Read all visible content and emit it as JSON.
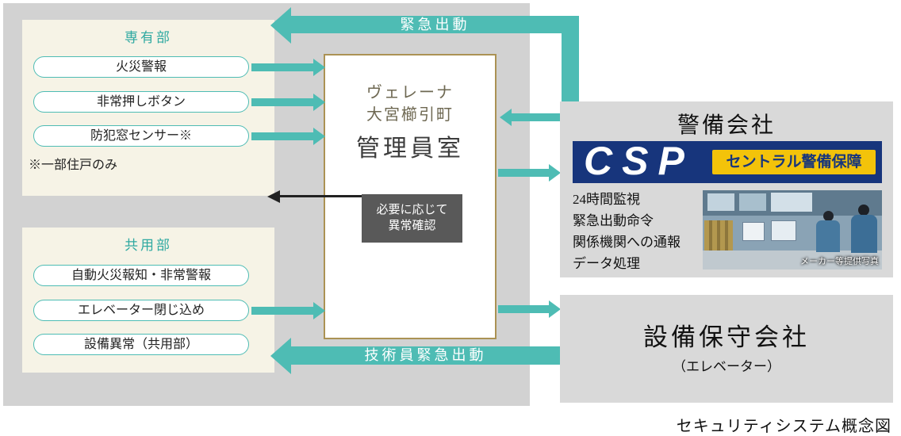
{
  "colors": {
    "teal_accent": "#4ebcb4",
    "panel_gray": "#d2d2d2",
    "cream": "#f6f3e6",
    "box_gray": "#d9d9d9",
    "gold_border": "#ab9254",
    "csp_blue": "#17357c",
    "csp_yellow": "#f3c30a"
  },
  "private_section": {
    "title": "専有部",
    "items": [
      "火災警報",
      "非常押しボタン",
      "防犯窓センサー※"
    ],
    "note": "※一部住戸のみ"
  },
  "common_section": {
    "title": "共用部",
    "items": [
      "自動火災報知・非常警報",
      "エレベーター閉じ込め",
      "設備異常（共用部）"
    ]
  },
  "manager_room": {
    "building_line1": "ヴェレーナ",
    "building_line2": "大宮櫛引町",
    "room": "管理員室",
    "note_line1": "必要に応じて",
    "note_line2": "異常確認"
  },
  "security_company": {
    "title": "警備会社",
    "logo_text": "CSP",
    "logo_band": "セントラル警備保障",
    "services": [
      "24時間監視",
      "緊急出動命令",
      "関係機関への通報",
      "データ処理"
    ],
    "photo_caption": "メーカー等提供写真"
  },
  "maintenance_company": {
    "title": "設備保守会社",
    "subtitle": "（エレベーター）"
  },
  "labels": {
    "top_arrow": "緊急出動",
    "bottom_arrow": "技術員緊急出動"
  },
  "caption": "セキュリティシステム概念図"
}
